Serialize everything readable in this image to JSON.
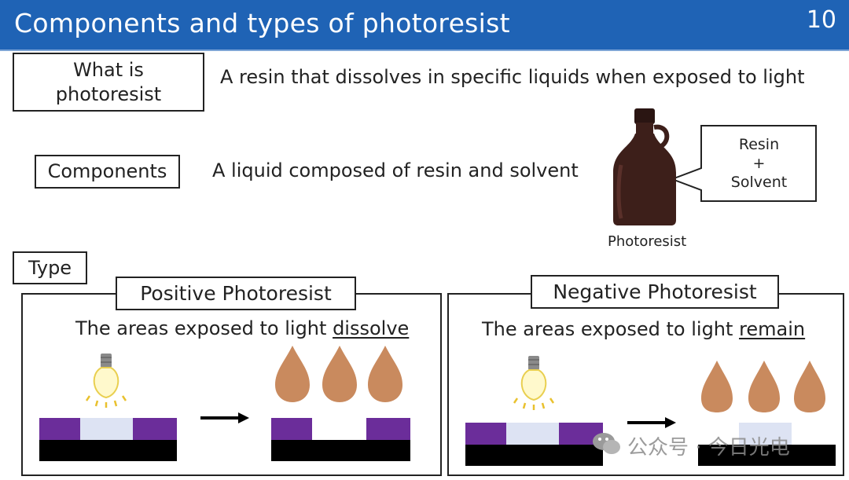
{
  "slide": {
    "title": "Components and types of photoresist",
    "page_number": "10"
  },
  "what_is": {
    "label_line1": "What is",
    "label_line2": "photoresist",
    "definition": "A resin that dissolves in specific liquids when exposed to light"
  },
  "components": {
    "label": "Components",
    "description": "A liquid composed of resin and solvent",
    "bottle_caption": "Photoresist",
    "callout_line1": "Resin",
    "callout_line2": "+",
    "callout_line3": "Solvent"
  },
  "type": {
    "label": "Type",
    "positive": {
      "title": "Positive Photoresist",
      "desc_prefix": "The areas exposed to light ",
      "desc_emphasis": "dissolve"
    },
    "negative": {
      "title": "Negative Photoresist",
      "desc_prefix": "The areas exposed to light ",
      "desc_emphasis": "remain"
    }
  },
  "watermark": {
    "text": "公众号 · 今日光电"
  },
  "colors": {
    "header": "#1f63b5",
    "resist": "#6b2d9a",
    "exposed": "#dde3f3",
    "substrate": "#000000",
    "drop": "#c98a5e",
    "bottle": "#3d1f1a"
  }
}
